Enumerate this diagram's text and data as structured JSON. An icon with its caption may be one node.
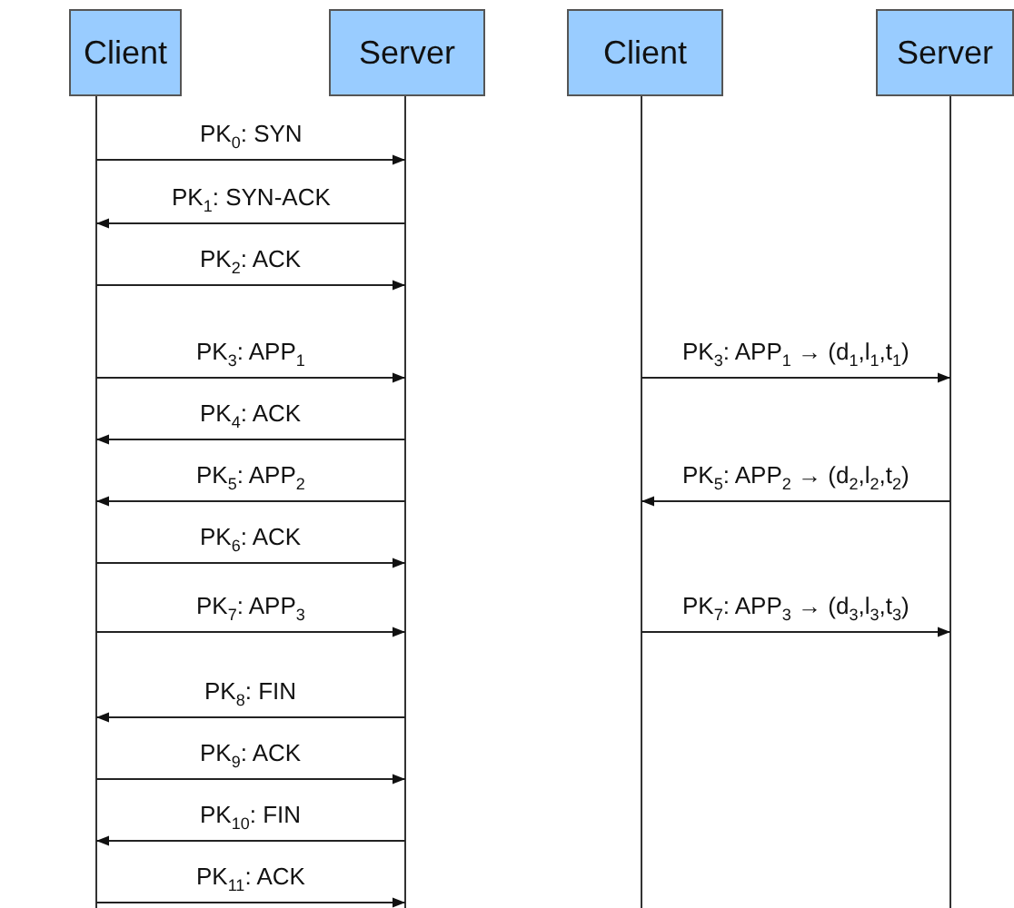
{
  "diagram": {
    "nodes": [
      {
        "text": [
          "Client"
        ]
      },
      {
        "text": [
          "Server"
        ]
      },
      {
        "text": [
          "Client"
        ]
      },
      {
        "text": [
          "Server"
        ]
      }
    ],
    "edges": [
      {
        "from": 0,
        "to": 1,
        "arrow": "to",
        "label": "PK$_{0}$: SYN"
      },
      {
        "from": 1,
        "to": 0,
        "arrow": "to",
        "label": "PK$_{1}$: SYN-ACK"
      },
      {
        "from": 0,
        "to": 1,
        "arrow": "to",
        "label": "PK$_{2}$: ACK"
      },
      {
        "from": 0,
        "to": 1,
        "arrow": "to",
        "label": "PK$_{3}$: APP$_{1}$"
      },
      {
        "from": 1,
        "to": 0,
        "arrow": "to",
        "label": "PK$_{4}$: ACK"
      },
      {
        "from": 1,
        "to": 0,
        "arrow": "to",
        "label": "PK$_{5}$: APP$_{2}$"
      },
      {
        "from": 0,
        "to": 1,
        "arrow": "to",
        "label": "PK$_{6}$: ACK"
      },
      {
        "from": 0,
        "to": 1,
        "arrow": "to",
        "label": "PK$_{7}$: APP$_{3}$"
      },
      {
        "from": 1,
        "to": 0,
        "arrow": "to",
        "label": "PK$_{8}$: FIN"
      },
      {
        "from": 0,
        "to": 1,
        "arrow": "to",
        "label": "PK$_{9}$: ACK"
      },
      {
        "from": 1,
        "to": 0,
        "arrow": "to",
        "label": "PK$_{10}$: FIN"
      },
      {
        "from": 0,
        "to": 1,
        "arrow": "to",
        "label": "PK$_{11}$: ACK"
      },
      {
        "from": 2,
        "to": 3,
        "arrow": "to",
        "label": "PK$_{3}$: APP$_{1}$ → (d$_{1}$,l$_{1}$,t$_{1}$)"
      },
      {
        "from": 3,
        "to": 2,
        "arrow": "to",
        "label": "PK$_{5}$: APP$_{2}$ → (d$_{2}$,l$_{2}$,t$_{2}$)"
      },
      {
        "from": 2,
        "to": 3,
        "arrow": "to",
        "label": "PK$_{7}$: APP$_{3}$ → (d$_{3}$,l$_{3}$,t$_{3}$)"
      }
    ]
  }
}
